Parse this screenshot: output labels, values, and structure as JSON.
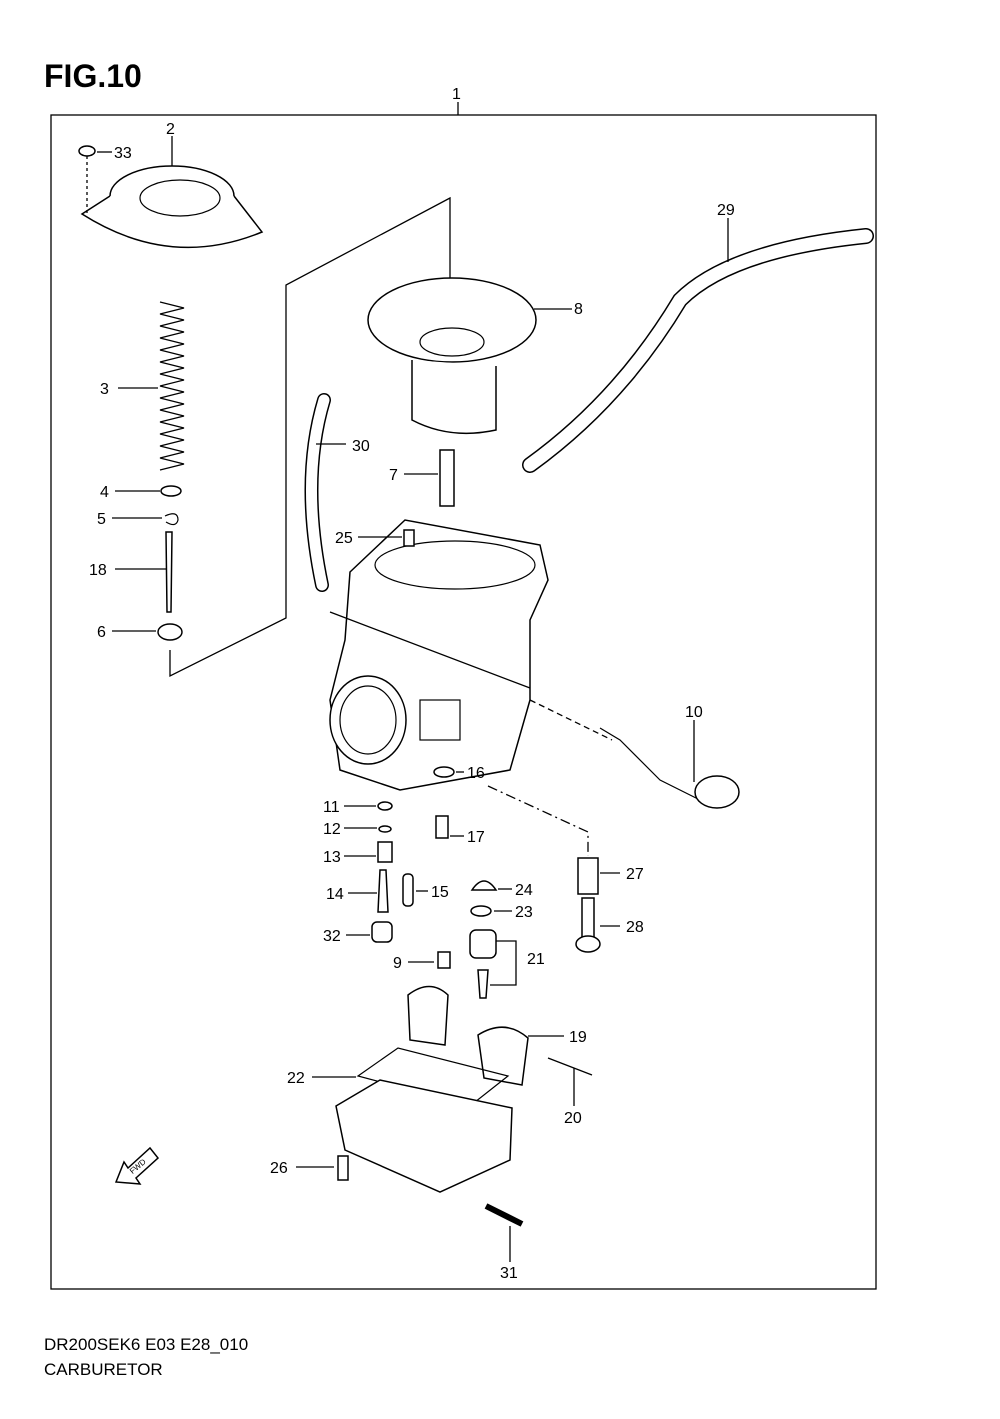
{
  "figure": {
    "title": "FIG.10"
  },
  "callouts": [
    "1",
    "2",
    "33",
    "3",
    "4",
    "5",
    "18",
    "6",
    "8",
    "29",
    "30",
    "7",
    "25",
    "10",
    "11",
    "12",
    "13",
    "14",
    "15",
    "16",
    "17",
    "24",
    "23",
    "32",
    "9",
    "21",
    "27",
    "28",
    "19",
    "22",
    "20",
    "26",
    "31"
  ],
  "fwd_label": "FWD",
  "footer": {
    "model_code": "DR200SEK6 E03 E28_010",
    "section_name": "CARBURETOR"
  }
}
